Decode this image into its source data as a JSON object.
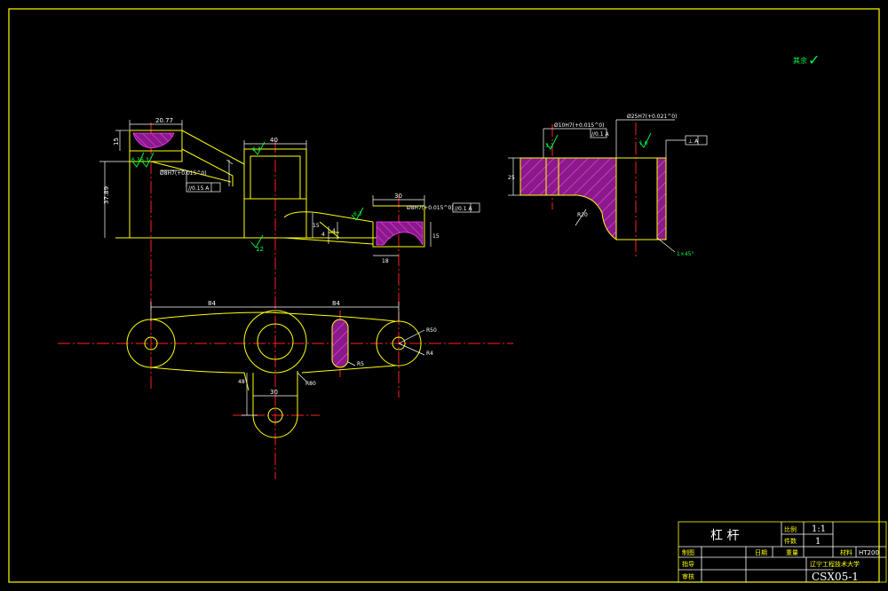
{
  "colors": {
    "background": "#000000",
    "outline": "#ffff00",
    "white": "#ffffff",
    "centerline": "#ff2020",
    "dimension": "#ffffff",
    "roughness": "#00ff40",
    "hatch": "#8a1a8a",
    "hatch_line": "#ff40ff"
  },
  "top_view": {
    "dim_left_width": "20.77",
    "dim_left_height": "15",
    "dim_total_height": "37.89",
    "fit_left": "Ø8H7(+0.015^0)",
    "tol_left": "//0.15 A",
    "rough_left_a": "6.3",
    "rough_left_b": "6.3",
    "dim_middle_width": "40",
    "rough_middle": "6.3",
    "dim_small_1": "4",
    "dim_small_2": "4",
    "dim_slot_height": "15",
    "dim_right_width": "30",
    "fit_right": "Ø8H7(+0.015^0)",
    "tol_right": "//0.1 A",
    "rough_right": "6.3",
    "dim_right_bottom": "18",
    "dim_right_height": "15",
    "rough_bottom": "12"
  },
  "side_view": {
    "fit_top_left": "Ø10H7(+0.015^0)",
    "tol_top_left": "//0.1 A",
    "fit_top_right": "Ø25H7(+0.021^0)",
    "rough_left": "3.2",
    "rough_right": "1.6",
    "tol_right": "⊥ A",
    "dim_height": "25",
    "dim_radius": "R20",
    "chamfer": "1×45°"
  },
  "plan_view": {
    "dim_left_span": "84",
    "dim_right_span": "84",
    "dim_r50": "R50",
    "dim_r4": "R4",
    "dim_r5": "R5",
    "dim_r80": "R80",
    "dim_down": "48",
    "dim_width": "30"
  },
  "note_top_right": {
    "label": "其余",
    "symbol": "✓"
  },
  "title_block": {
    "part_name": "杠  杆",
    "scale_label": "比例",
    "scale_value": "1:1",
    "qty_label": "件数",
    "qty_value": "1",
    "drawing_label": "制图",
    "date_label": "日期",
    "weight_label": "重量",
    "material_label": "材料",
    "material_value": "HT200",
    "guide_label": "指导",
    "school": "辽宁工程技术大学",
    "review_label": "审核",
    "drawing_no": "CSX05-1"
  }
}
